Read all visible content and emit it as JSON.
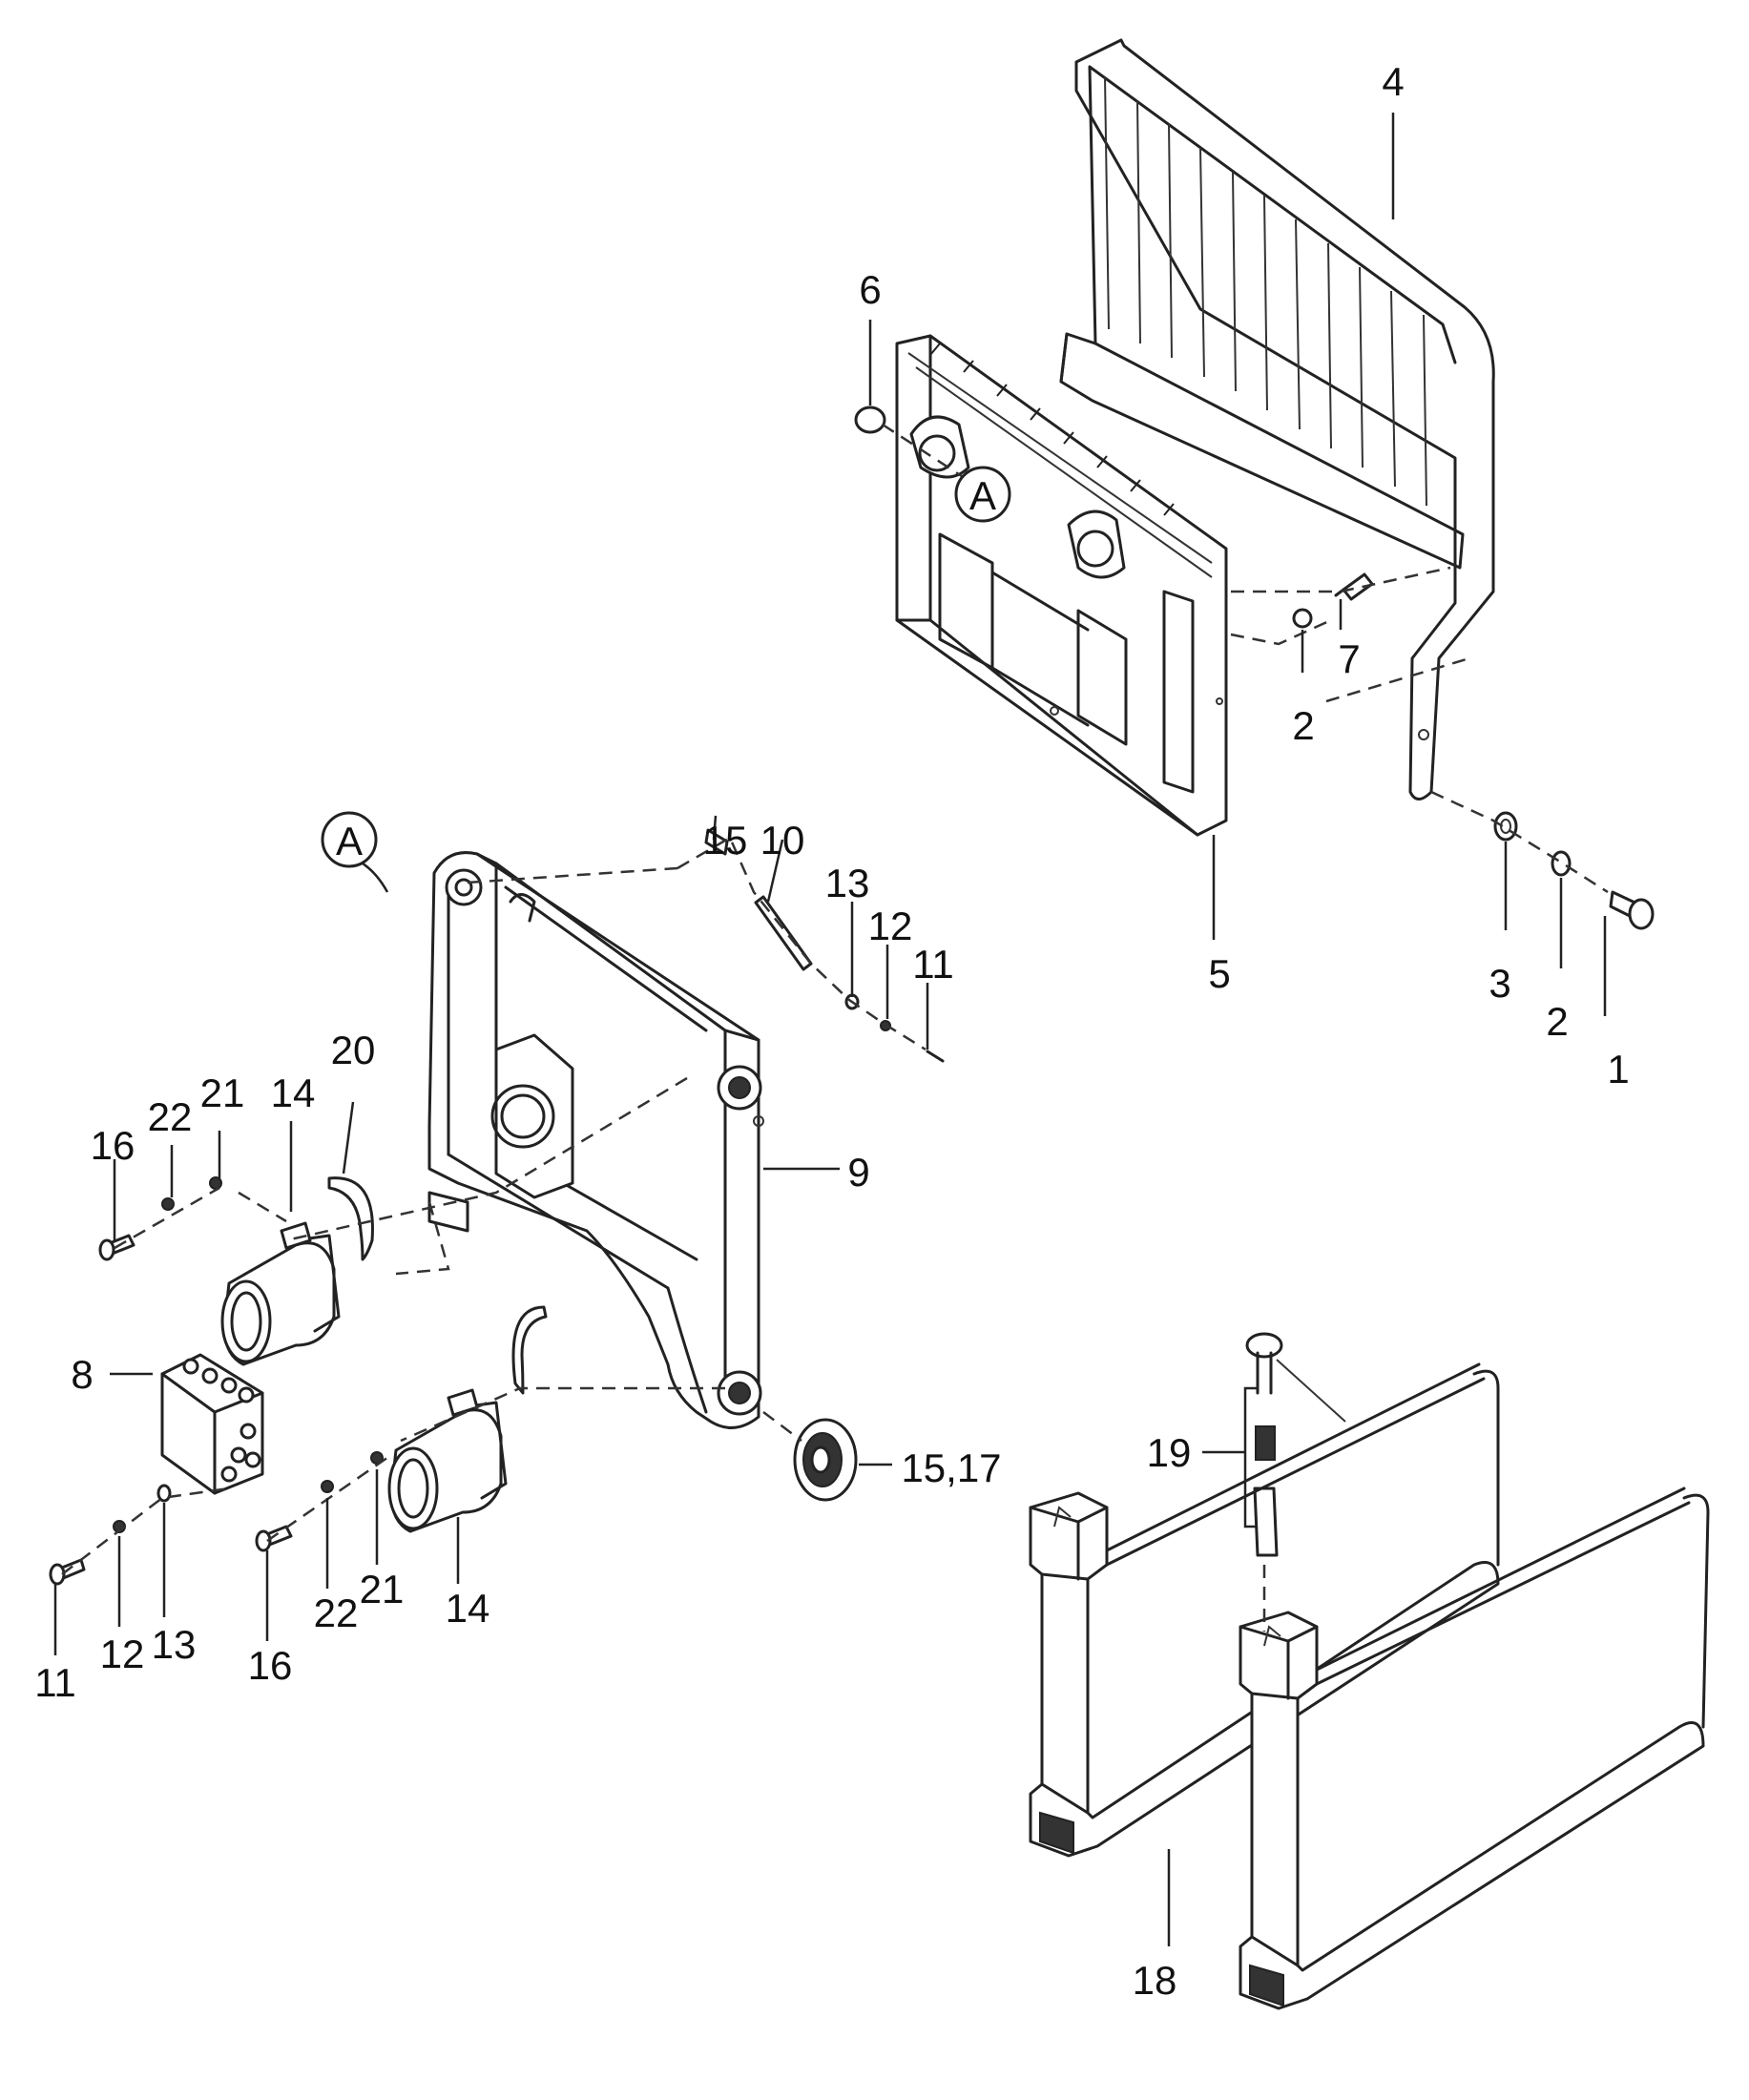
{
  "callouts": {
    "c1": "1",
    "c2a": "2",
    "c2b": "2",
    "c3": "3",
    "c4": "4",
    "c5": "5",
    "c6": "6",
    "c7": "7",
    "c8": "8",
    "c9": "9",
    "c10": "10",
    "c11a": "11",
    "c11b": "11",
    "c12a": "12",
    "c12b": "12",
    "c13a": "13",
    "c13b": "13",
    "c14a": "14",
    "c14b": "14",
    "c15": "15",
    "c15_17": "15,17",
    "c16a": "16",
    "c16b": "16",
    "c18": "18",
    "c19": "19",
    "c20": "20",
    "c21a": "21",
    "c21b": "21",
    "c22a": "22",
    "c22b": "22"
  },
  "detail_markers": {
    "a_upper": "A",
    "a_lower": "A"
  }
}
